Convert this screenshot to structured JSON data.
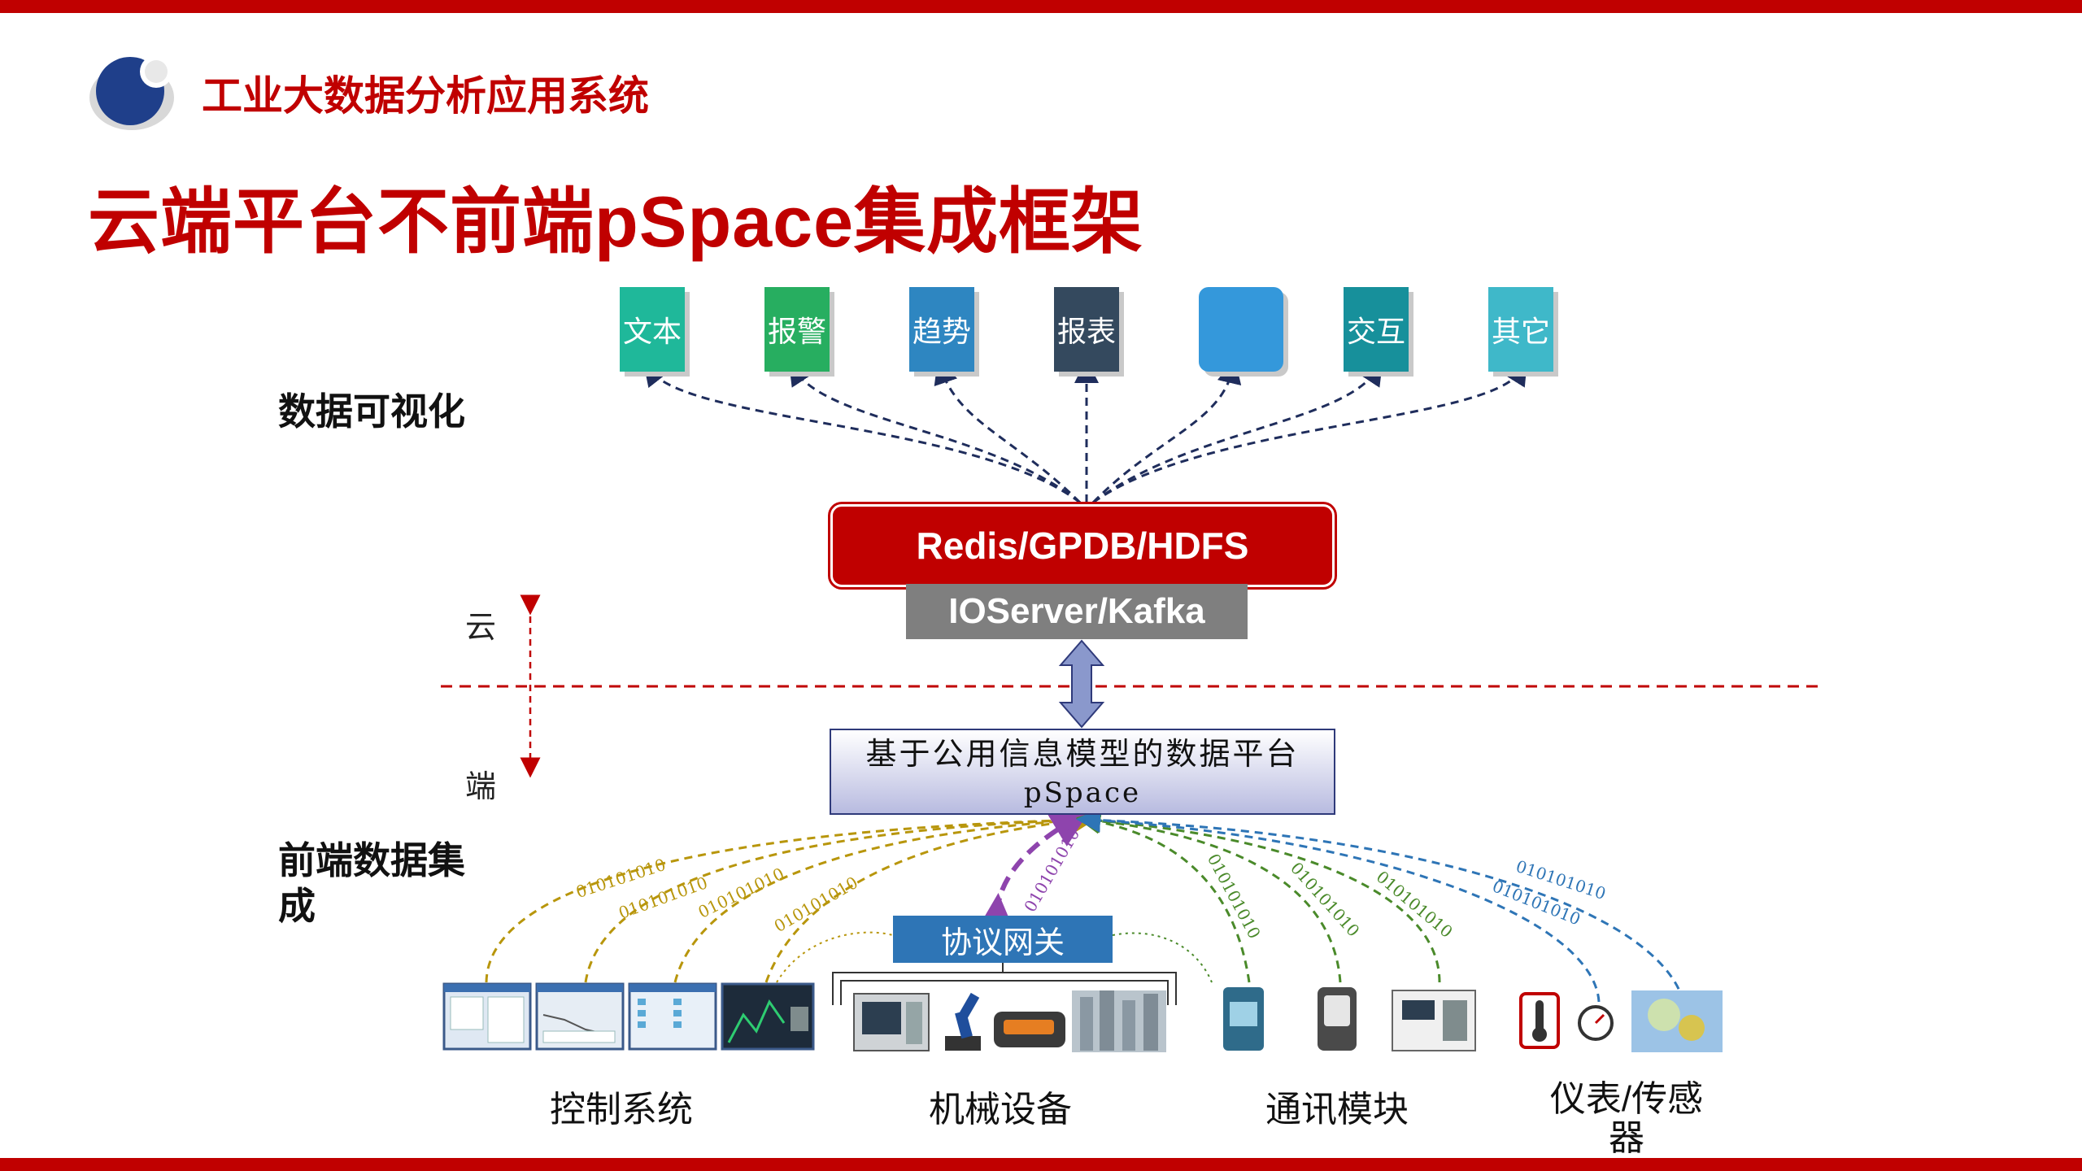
{
  "header": {
    "app_title": "工业大数据分析应用系统",
    "page_title": "云端平台不前端pSpace集成框架"
  },
  "sections": {
    "visualization": "数据可视化",
    "front_integration": "前端数据集成"
  },
  "visualization_tiles": [
    {
      "label": "文本",
      "color": "#1fb89a"
    },
    {
      "label": "报警",
      "color": "#27ae60"
    },
    {
      "label": "趋势",
      "color": "#2e86c1"
    },
    {
      "label": "报表",
      "color": "#34495e"
    },
    {
      "label": "",
      "color": "#3498db"
    },
    {
      "label": "交互",
      "color": "#17909b"
    },
    {
      "label": "其它",
      "color": "#3fb8c9"
    }
  ],
  "cloud": {
    "storage": "Redis/GPDB/HDFS",
    "ingest": "IOServer/Kafka",
    "cloud_side": "云",
    "edge_side": "端"
  },
  "platform": {
    "line1": "基于公用信息模型的数据平台",
    "line2": "pSpace"
  },
  "gateway": "协议网关",
  "binary_text": "010101010",
  "categories": {
    "control": "控制系统",
    "machinery": "机械设备",
    "comms": "通讯模块",
    "sensors": "仪表/传感器"
  },
  "colors": {
    "accent": "#c00000",
    "gold": "#b8960c",
    "green": "#4a8a2a",
    "blue": "#2e75b6",
    "purple": "#8e44ad",
    "navy": "#1f2d5c"
  }
}
